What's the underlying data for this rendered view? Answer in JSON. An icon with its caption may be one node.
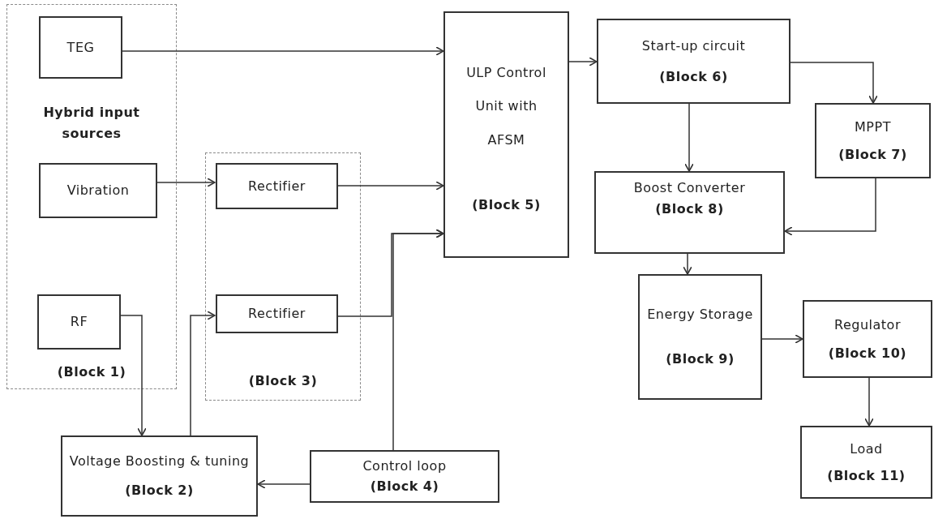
{
  "diagram": {
    "nodes": [
      {
        "text": [
          "Hybrid input sources",
          "(Block 1)"
        ]
      },
      {
        "text": [
          "TEG"
        ],
        "in": 0
      },
      {
        "text": [
          "Vibration"
        ],
        "in": 0
      },
      {
        "text": [
          "RF"
        ],
        "in": 0
      },
      {
        "text": [
          "(Block 3)"
        ]
      },
      {
        "text": [
          "Rectifier"
        ],
        "in": 4
      },
      {
        "text": [
          "Rectifier"
        ],
        "in": 4
      },
      {
        "text": [
          "Voltage Boosting & tuning",
          "(Block 2)"
        ]
      },
      {
        "text": [
          "Control loop",
          "(Block 4)"
        ]
      },
      {
        "text": [
          "ULP Control Unit with AFSM",
          "(Block 5)"
        ]
      },
      {
        "text": [
          "Start-up circuit",
          "(Block 6)"
        ]
      },
      {
        "text": [
          "MPPT",
          "(Block 7)"
        ]
      },
      {
        "text": [
          "Boost Converter",
          "(Block 8)"
        ]
      },
      {
        "text": [
          "Energy Storage",
          "(Block 9)"
        ]
      },
      {
        "text": [
          "Regulator",
          "(Block 10)"
        ]
      },
      {
        "text": [
          "Load",
          "(Block 11)"
        ]
      }
    ],
    "edges": [
      {
        "from": 1,
        "to": 9,
        "arrow": "to"
      },
      {
        "from": 2,
        "to": 5,
        "arrow": "to"
      },
      {
        "from": 5,
        "to": 9,
        "arrow": "to"
      },
      {
        "from": 3,
        "to": 7,
        "arrow": "to"
      },
      {
        "from": 7,
        "to": 6,
        "arrow": "to"
      },
      {
        "from": 6,
        "to": 9,
        "arrow": "to"
      },
      {
        "from": 8,
        "to": 9,
        "arrow": "to"
      },
      {
        "from": 8,
        "to": 7,
        "arrow": "to"
      },
      {
        "from": 9,
        "to": 10,
        "arrow": "to"
      },
      {
        "from": 10,
        "to": 12,
        "arrow": "to"
      },
      {
        "from": 10,
        "to": 11,
        "arrow": "to"
      },
      {
        "from": 11,
        "to": 12,
        "arrow": "to"
      },
      {
        "from": 12,
        "to": 13,
        "arrow": "to"
      },
      {
        "from": 13,
        "to": 14,
        "arrow": "to"
      },
      {
        "from": 14,
        "to": 15,
        "arrow": "to"
      }
    ]
  }
}
